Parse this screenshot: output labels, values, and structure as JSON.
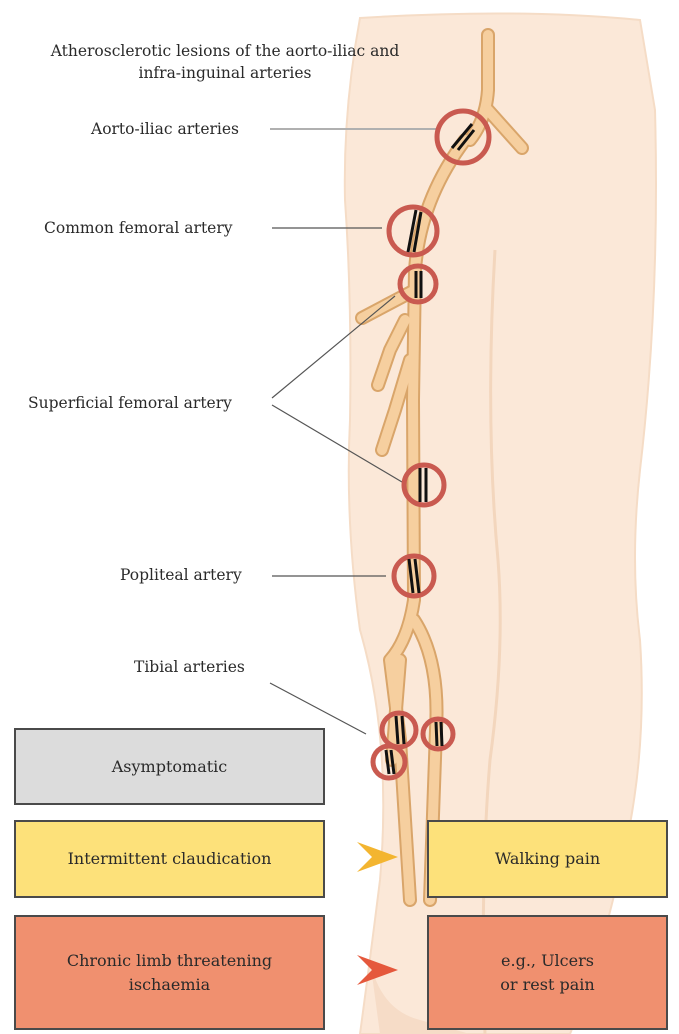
{
  "title": "Atherosclerotic lesions of the aorto-iliac and infra-inguinal arteries",
  "labels": {
    "aorto_iliac": "Aorto-iliac arteries",
    "common_femoral": "Common femoral artery",
    "superficial_femoral": "Superficial femoral artery",
    "popliteal": "Popliteal artery",
    "tibial": "Tibial arteries"
  },
  "stages": {
    "asymptomatic": "Asymptomatic",
    "claudication": "Intermittent claudication",
    "cltI": "Chronic limb threatening\nischaemia"
  },
  "symptoms": {
    "walking_pain": "Walking pain",
    "ulcers": "e.g., Ulcers\nor rest pain"
  },
  "colors": {
    "skin": "#fbe8d8",
    "skin_edge": "#f3d6bd",
    "artery_fill": "#f6cf9f",
    "artery_edge": "#d9a56a",
    "lesion_ring": "#c95a50",
    "arrow_yellow": "#f3b530",
    "arrow_red": "#e5583c",
    "box_gray": "#dcdcdc",
    "box_yellow": "#fde17a",
    "box_coral": "#f0906f"
  }
}
